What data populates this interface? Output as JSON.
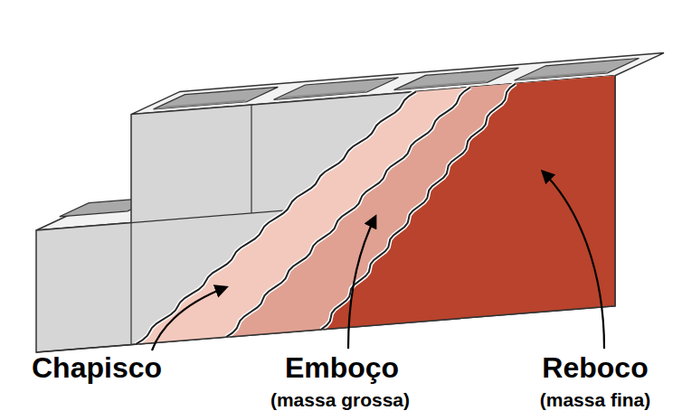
{
  "diagram": {
    "labels": [
      "Chapisco",
      "Emboço",
      "(massa grossa)",
      "Reboco",
      "(massa fina)"
    ]
  }
}
